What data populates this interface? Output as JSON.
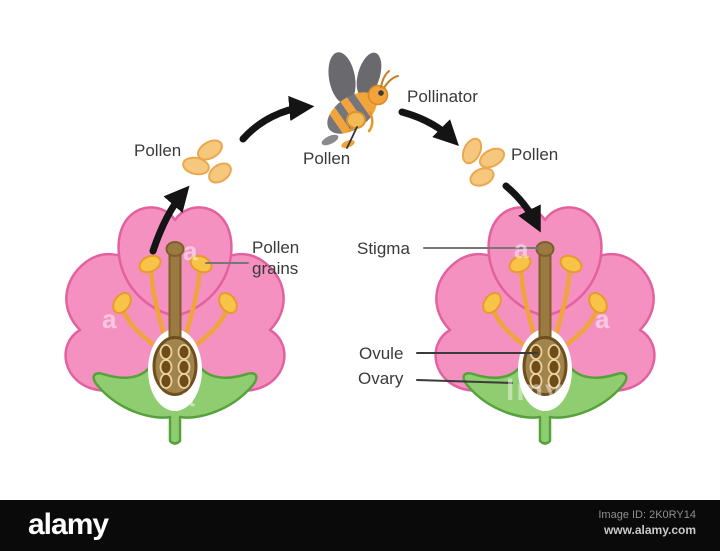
{
  "figure": {
    "labels": {
      "pollen_left": "Pollen",
      "pollen_on_bee": "Pollen",
      "pollinator": "Pollinator",
      "pollen_right": "Pollen",
      "pollen_grains": "Pollen grains",
      "stigma": "Stigma",
      "ovule": "Ovule",
      "ovary": "Ovary"
    },
    "colors": {
      "petal": "#f491c1",
      "petal_outline": "#e2619f",
      "stamen_filament": "#f2a43c",
      "anther": "#f7c447",
      "pistil": "#9a7a40",
      "ovary_fill": "#a3834c",
      "ovule_fill": "#6f4c17",
      "leaf": "#90cc70",
      "leaf_outline": "#55a13a",
      "pollen_grain": "#f6c87e",
      "bee_gray": "#6e6e70",
      "bee_orange": "#f2a43c",
      "arrow": "#141414",
      "label_text": "#3a3a3a"
    }
  },
  "watermark": {
    "letter": "a",
    "fragment": "lmy"
  },
  "footer": {
    "brand": "alamy",
    "image_id": "Image ID: 2K0RY14",
    "website": "www.alamy.com",
    "bar_color": "#0a0a0a"
  }
}
